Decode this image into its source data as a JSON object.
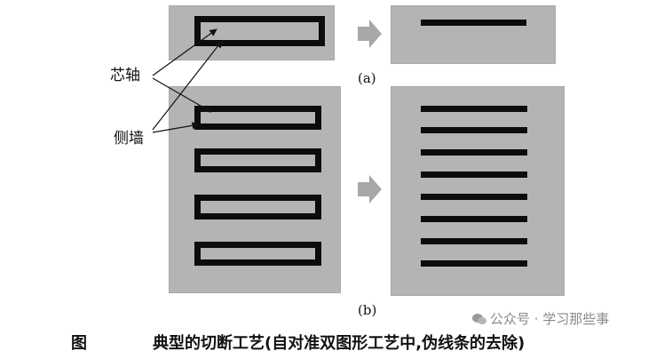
{
  "labels": {
    "mandrel": "芯轴",
    "sidewall": "侧墙",
    "sub_a": "(a)",
    "sub_b": "(b)"
  },
  "caption": {
    "fig": "图",
    "text": "典型的切断工艺(自对准双图形工艺中,伪线条的去除)"
  },
  "watermark": {
    "text": "公众号 · 学习那些事"
  },
  "colors": {
    "panel": "#b4b4b4",
    "line": "#0c0c0c",
    "arrow": "#a8a8a8"
  },
  "icons": {
    "arrow_a": "right-arrow-icon",
    "arrow_b": "right-arrow-icon",
    "watermark": "wechat-icon"
  }
}
